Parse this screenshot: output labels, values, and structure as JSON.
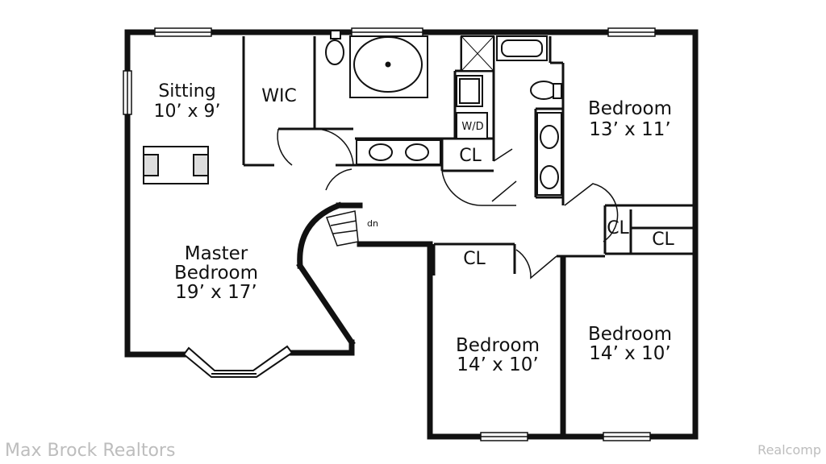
{
  "rooms": {
    "sitting": {
      "name": "Sitting",
      "size": "10’ x 9’"
    },
    "wic": {
      "name": "WIC"
    },
    "master": {
      "name1": "Master",
      "name2": "Bedroom",
      "size": "19’ x 17’"
    },
    "bed_ne": {
      "name": "Bedroom",
      "size": "13’ x 11’"
    },
    "bed_s1": {
      "name": "Bedroom",
      "size": "14’ x 10’"
    },
    "bed_s2": {
      "name": "Bedroom",
      "size": "14’ x 10’"
    }
  },
  "closets": {
    "bath_closet": "CL",
    "hall_closet_1": "CL",
    "hall_closet_2": "CL",
    "hall_closet_3": "CL",
    "washer_dryer": "W/D"
  },
  "stairs_label": "dn",
  "watermarks": {
    "left": "Max Brock Realtors",
    "right": "Realcomp"
  },
  "colors": {
    "wall": "#111111",
    "watermark": "#bdbdbd"
  }
}
